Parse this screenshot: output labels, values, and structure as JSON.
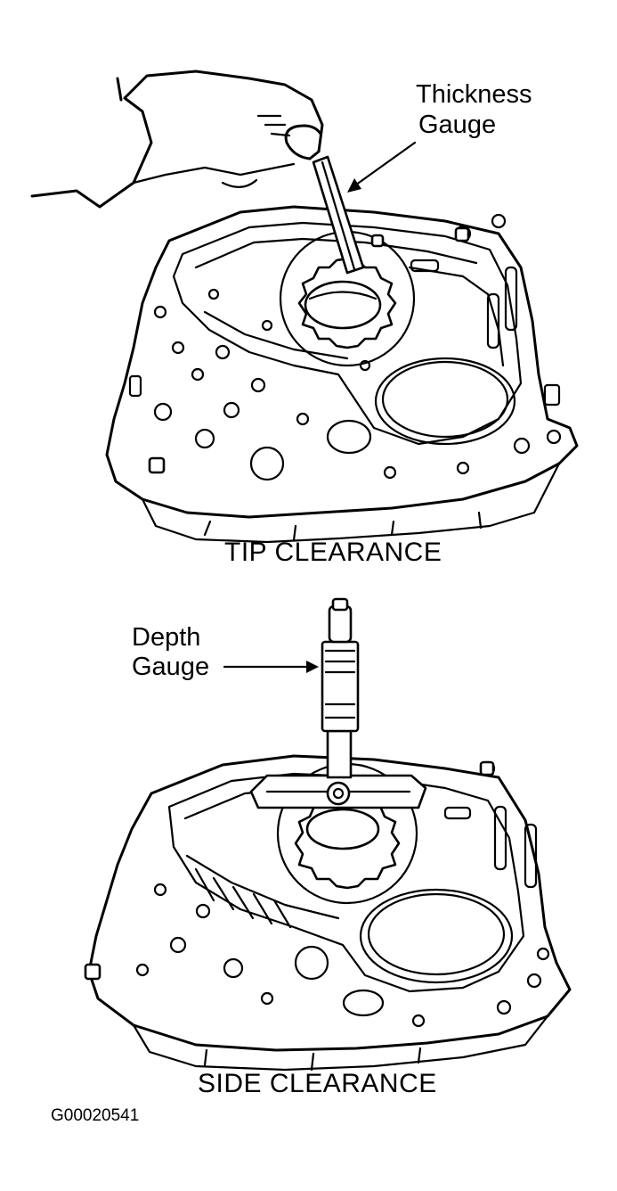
{
  "figure": {
    "top": {
      "callout": [
        "Thickness",
        "Gauge"
      ],
      "caption": "TIP CLEARANCE"
    },
    "bottom": {
      "callout": [
        "Depth",
        "Gauge"
      ],
      "caption": "SIDE CLEARANCE"
    },
    "figure_id": "G00020541"
  },
  "colors": {
    "ink": "#000000",
    "paper": "#ffffff"
  }
}
